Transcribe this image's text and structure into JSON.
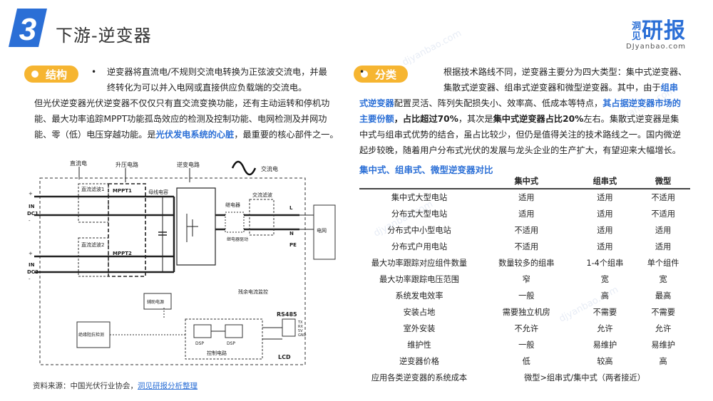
{
  "header": {
    "number": "3",
    "title": "下游-逆变器"
  },
  "logo": {
    "small_text": "洞见",
    "main_text": "研报",
    "sub_text": "DJyanbao.com"
  },
  "watermarks": [
    "djyanbao.com",
    "djyanbao.com",
    "djyanbao.com",
    "djyanbao.com"
  ],
  "left": {
    "pill": "结构",
    "bullet": "•",
    "para_top": "逆变器将直流电/不规则交流电转换为正弦波交流电，并最终转化为可以并入电网或直接供应负载端的交流电。",
    "para_rest_a": "但光伏逆变器光伏逆变器不仅仅只有直交流变换功能，还有主动运转和停机功能、最大功率追踪MPPT功能孤岛效应的检测及控制功能、电网检测及并网功能、零（低）电压穿越功能。是",
    "para_rest_blue": "光伏发电系统的心脏",
    "para_rest_b": "，最重要的核心部件之一。"
  },
  "diagram": {
    "labels": {
      "dc": "直流电",
      "boost": "升压电路",
      "inverter": "逆变电路",
      "ac": "交流电",
      "dcfilter1": "直流滤波1",
      "dcfilter2": "直流滤波2",
      "mppt1": "MPPT1",
      "mppt2": "MPPT2",
      "buscap": "母线电容",
      "relay": "继电器",
      "acfilter": "交流滤波",
      "relaydrive": "继电器驱动",
      "grid": "电网",
      "aux": "辅助电源",
      "residual": "残余电流监控",
      "insulation": "绝缘阻抗检测",
      "control": "控制电路",
      "dsp1": "DSP",
      "dsp2": "DSP",
      "rs485": "RS485",
      "lcd": "LCD",
      "in1": "IN",
      "dc1": "DC1",
      "in2": "IN",
      "dc2": "DC2",
      "plus1": "+",
      "minus1": "-",
      "plus2": "+",
      "minus2": "-",
      "L": "L",
      "N": "N",
      "PE": "PE",
      "tx": "TX",
      "rx": "RX",
      "v5": "5V",
      "gnd": "GND"
    }
  },
  "source": {
    "prefix": "资料来源：中国光伏行业协会，",
    "link": "洞见研报分析整理"
  },
  "right": {
    "pill": "分类",
    "bullet": "•",
    "line1": "根据技术路线不同，逆变器主要分为四大类型：集中式逆变器、",
    "line2": "集散式逆变器、组串式逆变器和微型逆变器。其中，由于",
    "line2_blue": "组串",
    "line3_blue": "式逆变器",
    "line3": "配置灵活、阵列失配损失小、效率高、低成本等特点，",
    "line3_blue2": "其占据逆变器市场的",
    "line4_blue": "主要份额",
    "line4_b1": "，占比超过70%",
    "line4": "，其次是",
    "line4_b2": "集中式逆变器占比20%",
    "line4_end": "左右。集散式逆变器是集",
    "line5": "中式与组串式优势的结合，虽占比较少，但仍是值得关注的技术路线之一。国内微逆",
    "line6": "起步较晚，随着用户分布式光伏的发展与龙头企业的生产扩大，有望迎来大幅增长。"
  },
  "table": {
    "title": "集中式、组串式、微型逆变器对比",
    "headers": [
      "",
      "集中式",
      "组串式",
      "微型"
    ],
    "rows": [
      [
        "集中式大型电站",
        "适用",
        "适用",
        "不适用"
      ],
      [
        "分布式大型电站",
        "适用",
        "适用",
        "不适用"
      ],
      [
        "分布式中小型电站",
        "不适用",
        "适用",
        "适用"
      ],
      [
        "分布式户用电站",
        "不适用",
        "适用",
        "适用"
      ],
      [
        "最大功率跟踪对应组件数量",
        "数量较多的组串",
        "1-4个组串",
        "单个组件"
      ],
      [
        "最大功率跟踪电压范围",
        "窄",
        "宽",
        "宽"
      ],
      [
        "系统发电效率",
        "一般",
        "高",
        "最高"
      ],
      [
        "安装占地",
        "需要独立机房",
        "不需要",
        "不需要"
      ],
      [
        "室外安装",
        "不允许",
        "允许",
        "允许"
      ],
      [
        "维护性",
        "一般",
        "易维护",
        "易维护"
      ],
      [
        "逆变器价格",
        "低",
        "较高",
        "高"
      ]
    ],
    "last_row": {
      "label": "应用各类逆变器的系统成本",
      "value": "微型>组串式/集中式（两者接近）"
    }
  },
  "colors": {
    "accent_blue": "#2b6fd6",
    "pill_orange": "#f6b531"
  }
}
